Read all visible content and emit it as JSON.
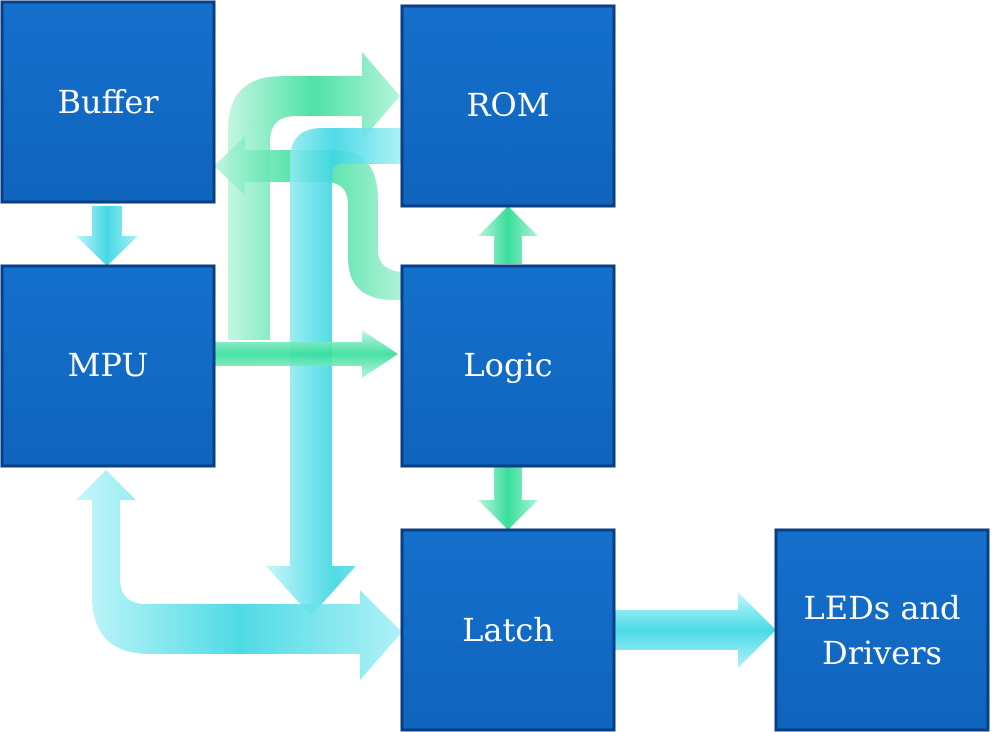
{
  "diagram": {
    "blocks": {
      "buffer": "Buffer",
      "rom": "ROM",
      "mpu": "MPU",
      "logic": "Logic",
      "latch": "Latch",
      "leds_line1": "LEDs and",
      "leds_line2": "Drivers"
    },
    "colors": {
      "block_fill": "#126bc6",
      "block_border": "#0a3f86",
      "arrow_cyan": "#54e3ec",
      "arrow_green": "#48e6a4"
    }
  }
}
